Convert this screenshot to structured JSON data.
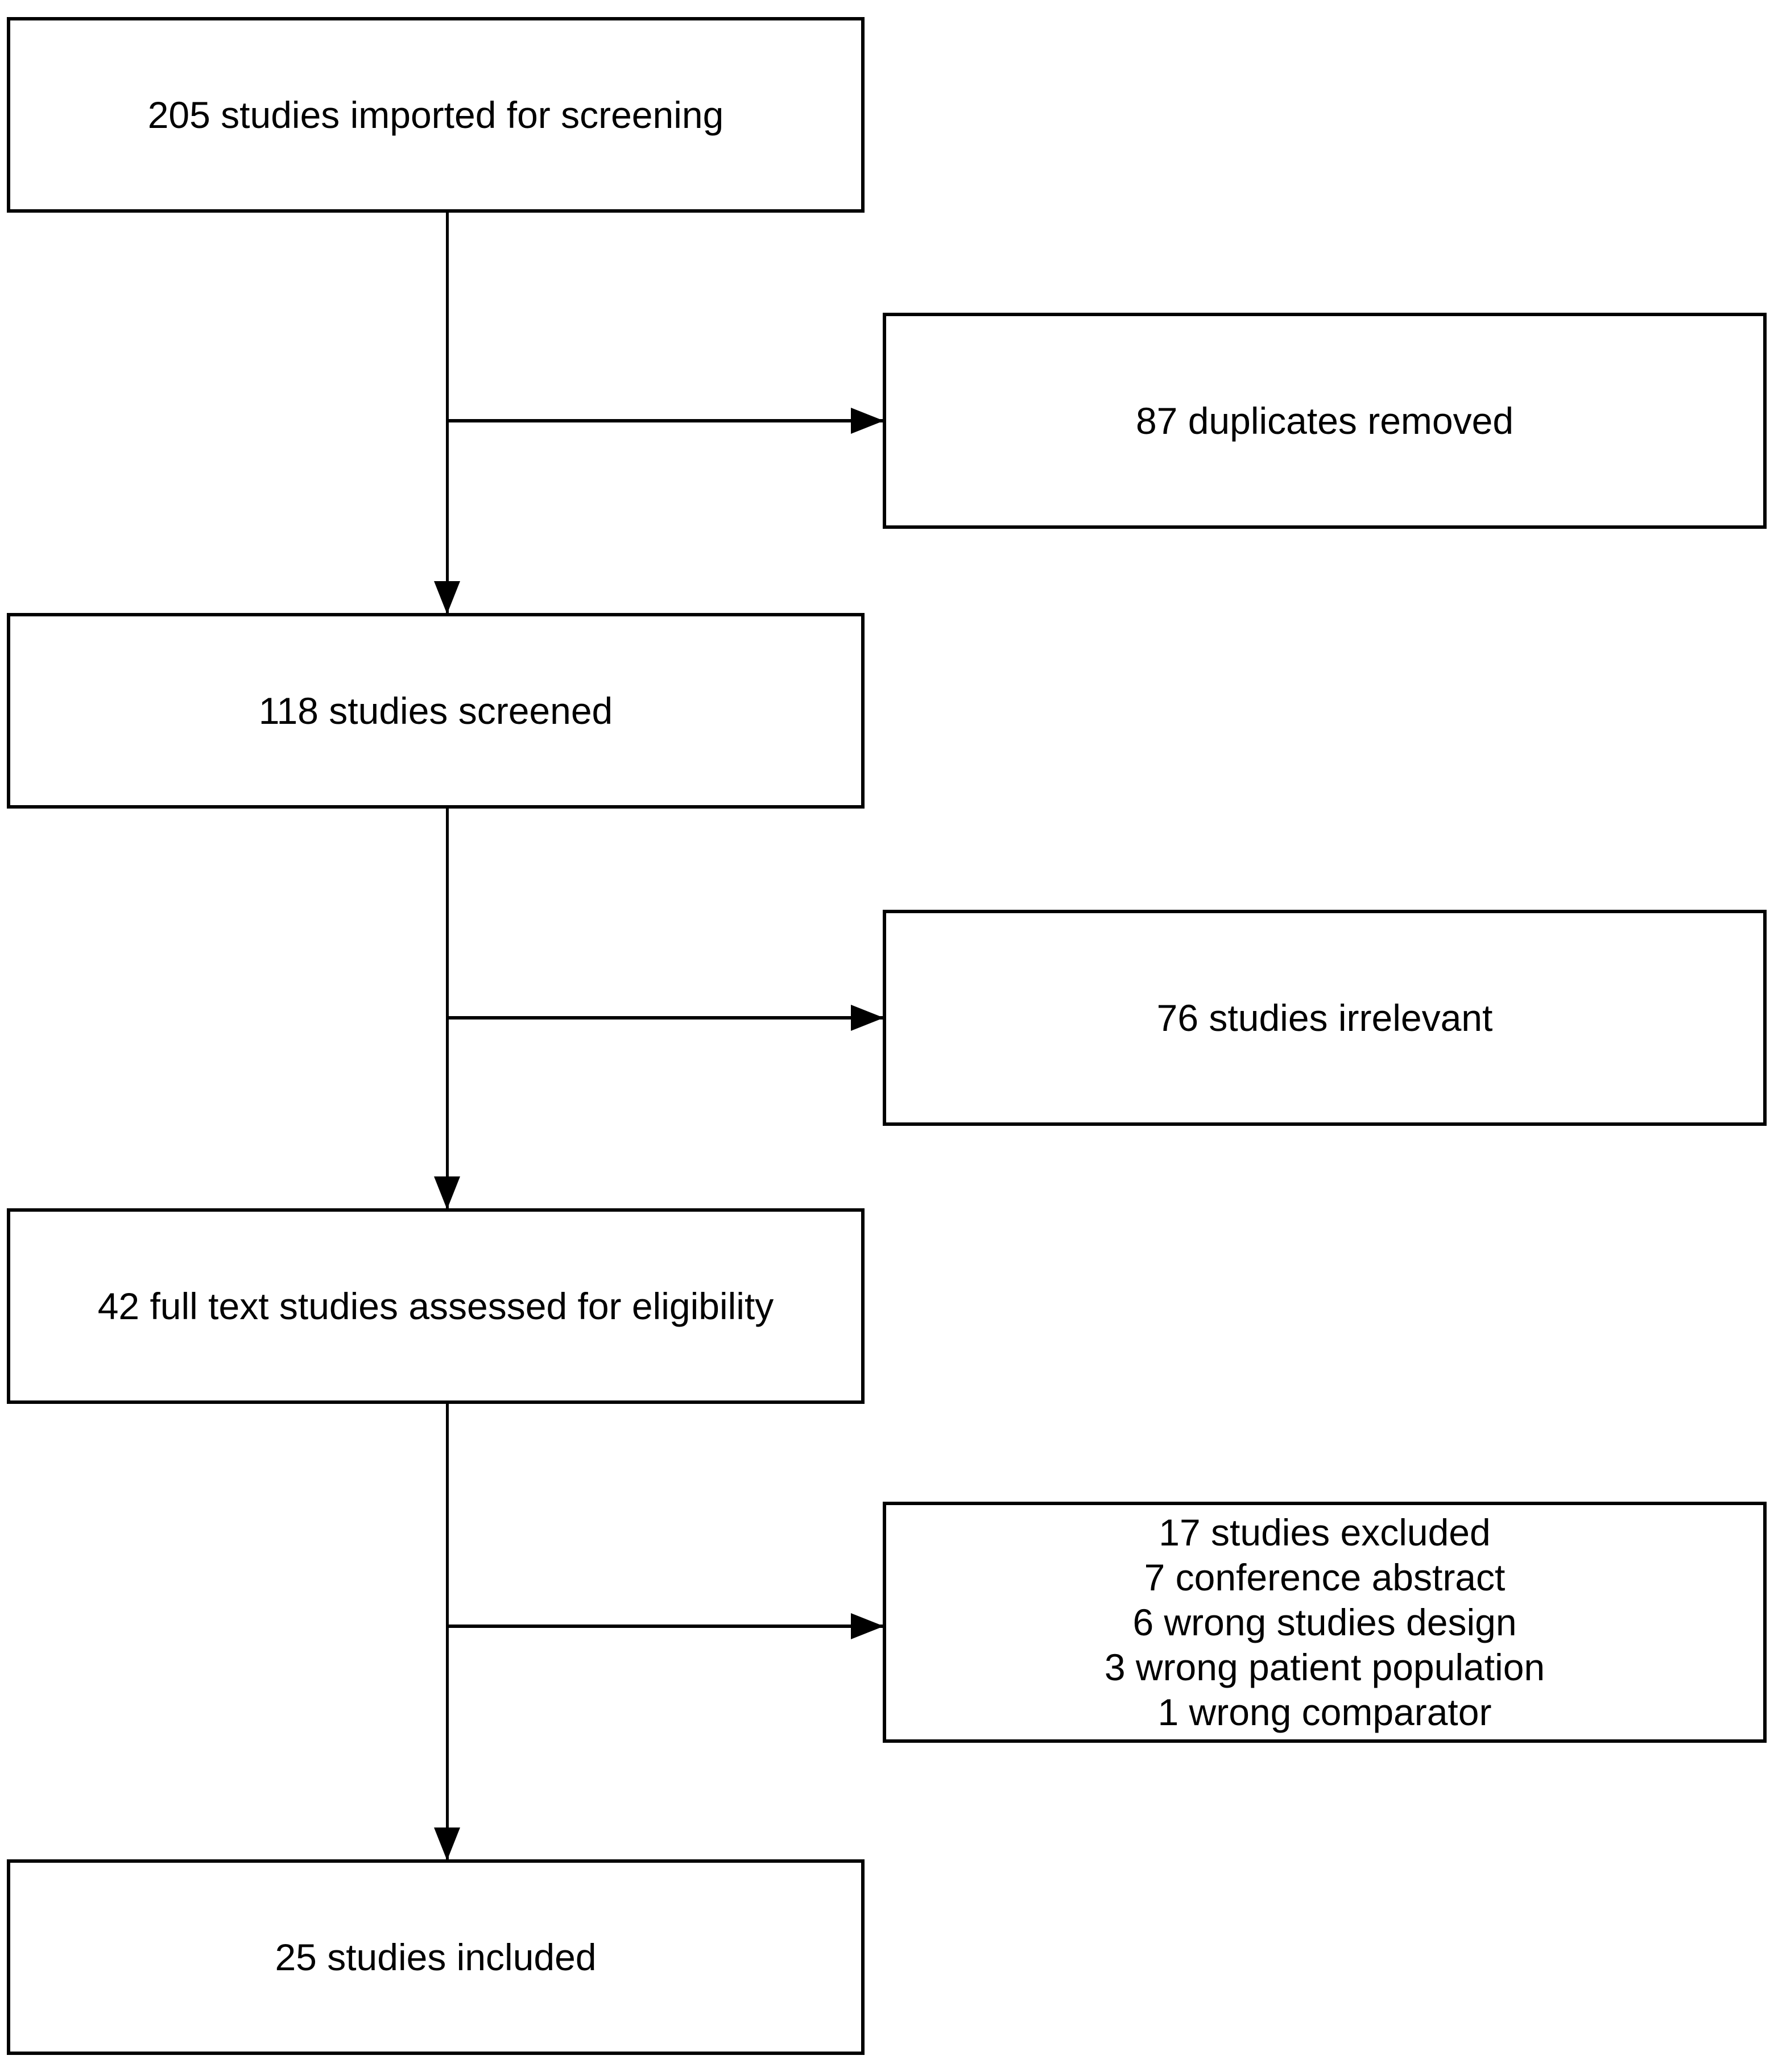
{
  "diagram_type": "study-screening-flowchart",
  "colors": {
    "background": "#ffffff",
    "box_fill": "#ffffff",
    "border": "#000000",
    "text": "#000000"
  },
  "boxes": {
    "imported": {
      "label": "205 studies imported for screening"
    },
    "duplicates": {
      "label": "87 duplicates removed"
    },
    "screened": {
      "label": "118 studies screened"
    },
    "irrelevant": {
      "label": "76 studies irrelevant"
    },
    "fulltext": {
      "label": "42 full text studies assessed for eligibility"
    },
    "excluded": {
      "lines": [
        "17 studies excluded",
        "7 conference abstract",
        "6 wrong studies design",
        "3 wrong patient population",
        "1 wrong comparator"
      ]
    },
    "included": {
      "label": "25 studies included"
    }
  },
  "edges": [
    {
      "from": "imported",
      "to": "screened",
      "style": "arrow-down"
    },
    {
      "from": "imported",
      "to": "duplicates",
      "style": "arrow-right"
    },
    {
      "from": "screened",
      "to": "fulltext",
      "style": "arrow-down"
    },
    {
      "from": "screened",
      "to": "irrelevant",
      "style": "arrow-right"
    },
    {
      "from": "fulltext",
      "to": "included",
      "style": "arrow-down"
    },
    {
      "from": "fulltext",
      "to": "excluded",
      "style": "arrow-right"
    }
  ]
}
